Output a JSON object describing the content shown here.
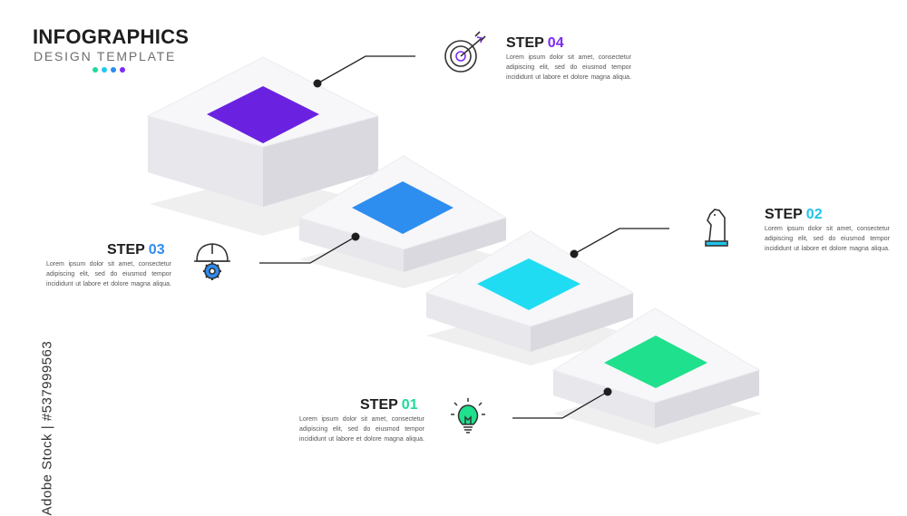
{
  "header": {
    "title": "INFOGRAPHICS",
    "subtitle": "DESIGN TEMPLATE",
    "dot_colors": [
      "#1fd99a",
      "#22c8ee",
      "#2e8cf0",
      "#7b2bf2"
    ]
  },
  "steps": [
    {
      "label": "STEP",
      "number": "01",
      "color": "#1fd99a",
      "text": "Lorem ipsum dolor sit amet, consectetur adipiscing elit, sed do eiusmod tempor incididunt ut labore et dolore magna aliqua.",
      "icon": "lightbulb-icon"
    },
    {
      "label": "STEP",
      "number": "02",
      "color": "#1ec4ea",
      "text": "Lorem ipsum dolor sit amet, consectetur adipiscing elit, sed do eiusmod tempor incididunt ut labore et dolore magna aliqua.",
      "icon": "chess-knight-icon"
    },
    {
      "label": "STEP",
      "number": "03",
      "color": "#2e8cf0",
      "text": "Lorem ipsum dolor sit amet, consectetur adipiscing elit, sed do eiusmod tempor incididunt ut labore et dolore magna aliqua.",
      "icon": "engineer-helmet-gear-icon"
    },
    {
      "label": "STEP",
      "number": "04",
      "color": "#7b2bf2",
      "text": "Lorem ipsum dolor sit amet, consectetur adipiscing elit, sed do eiusmod tempor incididunt ut labore et dolore magna aliqua.",
      "icon": "target-arrow-icon"
    }
  ],
  "watermark": "Adobe Stock | #537999563"
}
